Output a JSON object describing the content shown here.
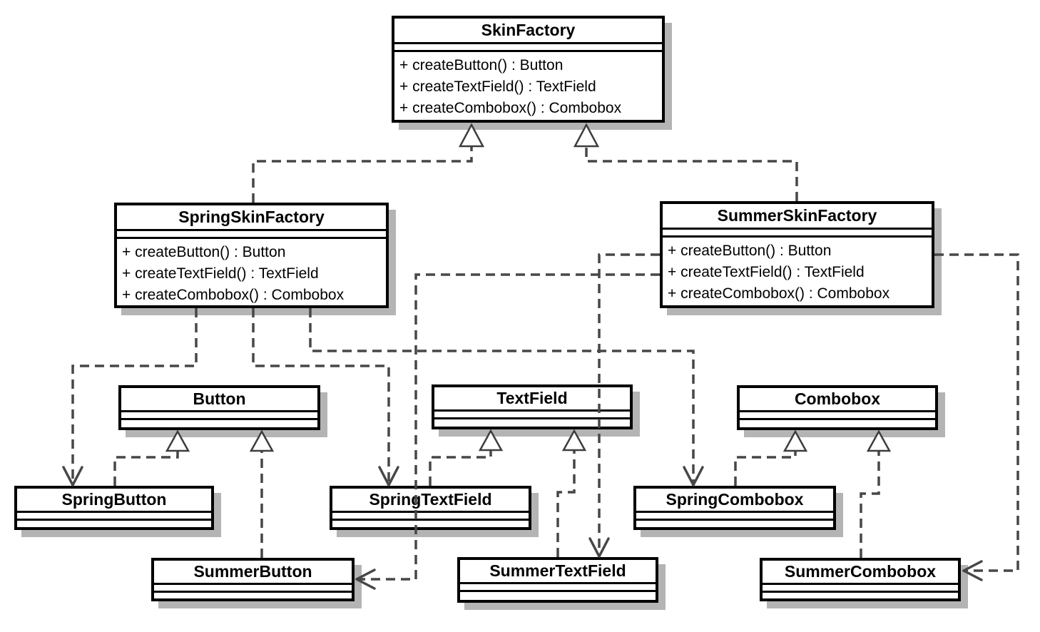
{
  "diagram_type": "UML class diagram (Abstract Factory pattern)",
  "colors": {
    "background": "#ffffff",
    "box_border": "#000000",
    "box_fill": "#ffffff",
    "box_shadow": "#b4b4b4",
    "connector": "#474747"
  },
  "classes": {
    "skin_factory": {
      "name": "SkinFactory",
      "methods": [
        "+ createButton() : Button",
        "+ createTextField() : TextField",
        "+ createCombobox() : Combobox"
      ]
    },
    "spring_skin_factory": {
      "name": "SpringSkinFactory",
      "methods": [
        "+ createButton() : Button",
        "+ createTextField() : TextField",
        "+ createCombobox() : Combobox"
      ]
    },
    "summer_skin_factory": {
      "name": "SummerSkinFactory",
      "methods": [
        "+ createButton() : Button",
        "+ createTextField() : TextField",
        "+ createCombobox() : Combobox"
      ]
    },
    "button": {
      "name": "Button"
    },
    "text_field": {
      "name": "TextField"
    },
    "combobox": {
      "name": "Combobox"
    },
    "spring_button": {
      "name": "SpringButton"
    },
    "spring_text_field": {
      "name": "SpringTextField"
    },
    "spring_combobox": {
      "name": "SpringCombobox"
    },
    "summer_button": {
      "name": "SummerButton"
    },
    "summer_text_field": {
      "name": "SummerTextField"
    },
    "summer_combobox": {
      "name": "SummerCombobox"
    }
  },
  "relationships": [
    {
      "type": "realization",
      "from": "SpringSkinFactory",
      "to": "SkinFactory"
    },
    {
      "type": "realization",
      "from": "SummerSkinFactory",
      "to": "SkinFactory"
    },
    {
      "type": "realization",
      "from": "SpringButton",
      "to": "Button"
    },
    {
      "type": "realization",
      "from": "SummerButton",
      "to": "Button"
    },
    {
      "type": "realization",
      "from": "SpringTextField",
      "to": "TextField"
    },
    {
      "type": "realization",
      "from": "SummerTextField",
      "to": "TextField"
    },
    {
      "type": "realization",
      "from": "SpringCombobox",
      "to": "Combobox"
    },
    {
      "type": "realization",
      "from": "SummerCombobox",
      "to": "Combobox"
    },
    {
      "type": "dependency",
      "from": "SpringSkinFactory",
      "to": "SpringButton"
    },
    {
      "type": "dependency",
      "from": "SpringSkinFactory",
      "to": "SpringTextField"
    },
    {
      "type": "dependency",
      "from": "SpringSkinFactory",
      "to": "SpringCombobox"
    },
    {
      "type": "dependency",
      "from": "SummerSkinFactory",
      "to": "SummerButton"
    },
    {
      "type": "dependency",
      "from": "SummerSkinFactory",
      "to": "SummerTextField"
    },
    {
      "type": "dependency",
      "from": "SummerSkinFactory",
      "to": "SummerCombobox"
    }
  ]
}
